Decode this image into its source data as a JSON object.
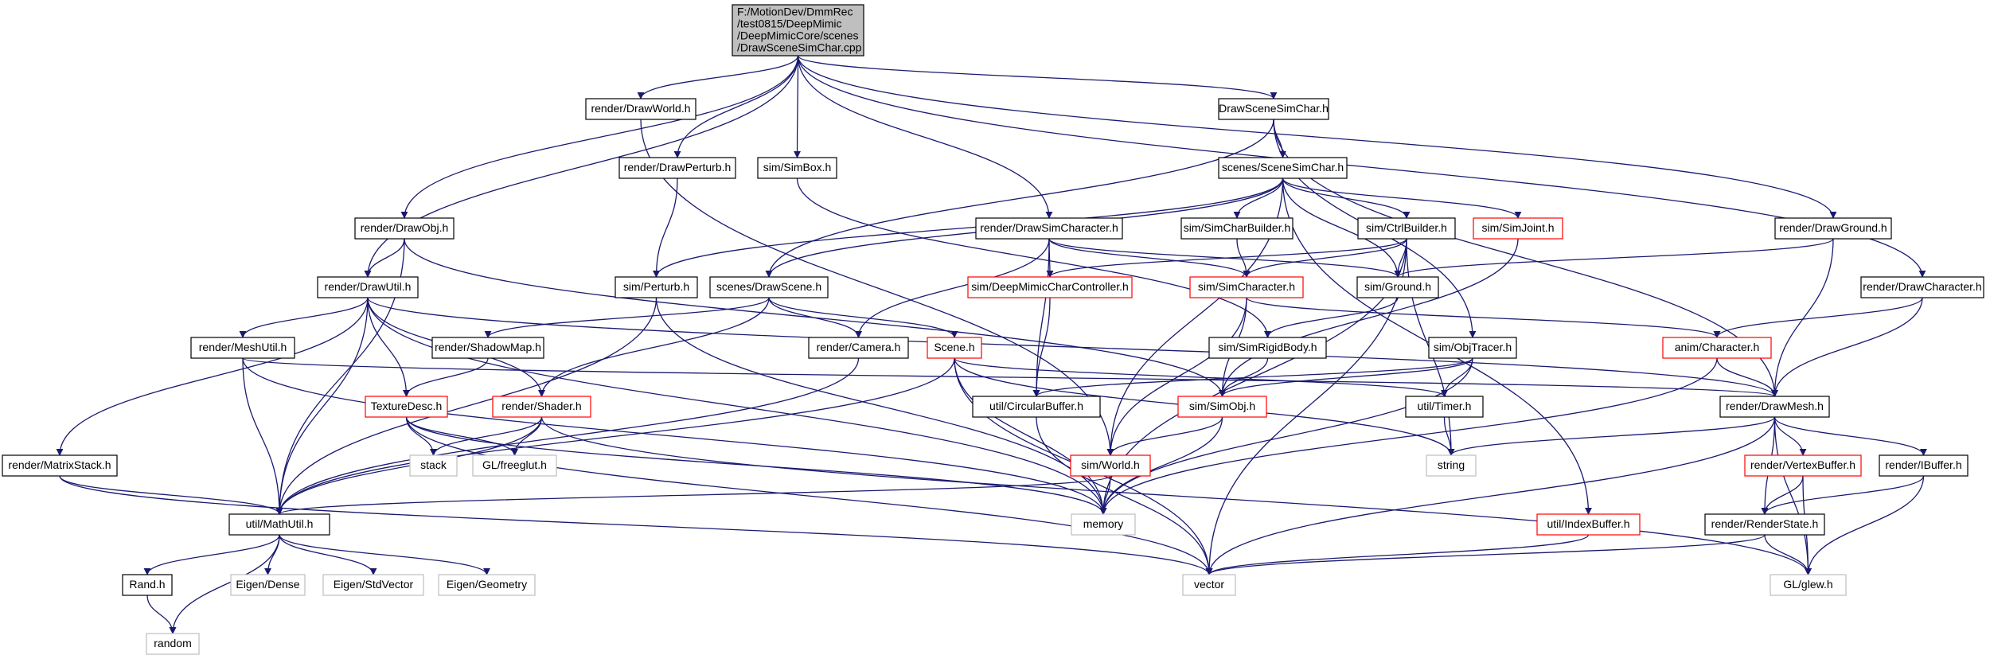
{
  "diagram": {
    "title": "",
    "colors": {
      "edge": "#191970",
      "root_fill": "#bfbfbf",
      "border_normal": "#000000",
      "border_incomplete": "#ff0000",
      "border_external": "#bfbfbf",
      "text": "#000000",
      "text_external": "#000000"
    },
    "nodes": [
      {
        "id": "root",
        "lines": [
          "F:/MotionDev/DmmRec",
          "/test0815/DeepMimic",
          "/DeepMimicCore/scenes",
          "/DrawSceneSimChar.cpp"
        ],
        "kind": "root"
      },
      {
        "id": "render_drawworld",
        "lines": [
          "render/DrawWorld.h"
        ],
        "kind": "normal"
      },
      {
        "id": "drawscenesimchar_h",
        "lines": [
          "DrawSceneSimChar.h"
        ],
        "kind": "normal"
      },
      {
        "id": "render_drawperturb",
        "lines": [
          "render/DrawPerturb.h"
        ],
        "kind": "normal"
      },
      {
        "id": "sim_simbox",
        "lines": [
          "sim/SimBox.h"
        ],
        "kind": "normal"
      },
      {
        "id": "scenes_scenesimchar",
        "lines": [
          "scenes/SceneSimChar.h"
        ],
        "kind": "normal"
      },
      {
        "id": "render_drawobj",
        "lines": [
          "render/DrawObj.h"
        ],
        "kind": "normal"
      },
      {
        "id": "render_drawsimcharacter",
        "lines": [
          "render/DrawSimCharacter.h"
        ],
        "kind": "normal"
      },
      {
        "id": "sim_simcharbuilder",
        "lines": [
          "sim/SimCharBuilder.h"
        ],
        "kind": "normal"
      },
      {
        "id": "sim_ctrlbuilder",
        "lines": [
          "sim/CtrlBuilder.h"
        ],
        "kind": "normal"
      },
      {
        "id": "sim_simjoint",
        "lines": [
          "sim/SimJoint.h"
        ],
        "kind": "incomplete"
      },
      {
        "id": "render_drawground",
        "lines": [
          "render/DrawGround.h"
        ],
        "kind": "normal"
      },
      {
        "id": "render_drawutil",
        "lines": [
          "render/DrawUtil.h"
        ],
        "kind": "normal"
      },
      {
        "id": "sim_perturb",
        "lines": [
          "sim/Perturb.h"
        ],
        "kind": "normal"
      },
      {
        "id": "scenes_drawscene",
        "lines": [
          "scenes/DrawScene.h"
        ],
        "kind": "normal"
      },
      {
        "id": "sim_deepmimiccharcontroller",
        "lines": [
          "sim/DeepMimicCharController.h"
        ],
        "kind": "incomplete"
      },
      {
        "id": "sim_simcharacter",
        "lines": [
          "sim/SimCharacter.h"
        ],
        "kind": "incomplete"
      },
      {
        "id": "sim_ground",
        "lines": [
          "sim/Ground.h"
        ],
        "kind": "normal"
      },
      {
        "id": "render_drawcharacter",
        "lines": [
          "render/DrawCharacter.h"
        ],
        "kind": "normal"
      },
      {
        "id": "render_meshutil",
        "lines": [
          "render/MeshUtil.h"
        ],
        "kind": "normal"
      },
      {
        "id": "render_shadowmap",
        "lines": [
          "render/ShadowMap.h"
        ],
        "kind": "normal"
      },
      {
        "id": "render_camera",
        "lines": [
          "render/Camera.h"
        ],
        "kind": "normal"
      },
      {
        "id": "scene_h",
        "lines": [
          "Scene.h"
        ],
        "kind": "incomplete"
      },
      {
        "id": "sim_simrigidbody",
        "lines": [
          "sim/SimRigidBody.h"
        ],
        "kind": "normal"
      },
      {
        "id": "sim_objtracer",
        "lines": [
          "sim/ObjTracer.h"
        ],
        "kind": "normal"
      },
      {
        "id": "anim_character",
        "lines": [
          "anim/Character.h"
        ],
        "kind": "incomplete"
      },
      {
        "id": "texturedesc",
        "lines": [
          "TextureDesc.h"
        ],
        "kind": "incomplete"
      },
      {
        "id": "render_shader",
        "lines": [
          "render/Shader.h"
        ],
        "kind": "incomplete"
      },
      {
        "id": "util_circularbuffer",
        "lines": [
          "util/CircularBuffer.h"
        ],
        "kind": "normal"
      },
      {
        "id": "sim_simobj",
        "lines": [
          "sim/SimObj.h"
        ],
        "kind": "incomplete"
      },
      {
        "id": "util_timer",
        "lines": [
          "util/Timer.h"
        ],
        "kind": "normal"
      },
      {
        "id": "render_drawmesh",
        "lines": [
          "render/DrawMesh.h"
        ],
        "kind": "normal"
      },
      {
        "id": "render_matrixstack",
        "lines": [
          "render/MatrixStack.h"
        ],
        "kind": "normal"
      },
      {
        "id": "stack",
        "lines": [
          "stack"
        ],
        "kind": "external"
      },
      {
        "id": "gl_freeglut",
        "lines": [
          "GL/freeglut.h"
        ],
        "kind": "external"
      },
      {
        "id": "sim_world",
        "lines": [
          "sim/World.h"
        ],
        "kind": "incomplete"
      },
      {
        "id": "string",
        "lines": [
          "string"
        ],
        "kind": "external"
      },
      {
        "id": "render_vertexbuffer",
        "lines": [
          "render/VertexBuffer.h"
        ],
        "kind": "incomplete"
      },
      {
        "id": "render_ibuffer",
        "lines": [
          "render/IBuffer.h"
        ],
        "kind": "normal"
      },
      {
        "id": "util_mathutil",
        "lines": [
          "util/MathUtil.h"
        ],
        "kind": "normal"
      },
      {
        "id": "memory",
        "lines": [
          "memory"
        ],
        "kind": "external"
      },
      {
        "id": "util_indexbuffer",
        "lines": [
          "util/IndexBuffer.h"
        ],
        "kind": "incomplete"
      },
      {
        "id": "render_renderstate",
        "lines": [
          "render/RenderState.h"
        ],
        "kind": "normal"
      },
      {
        "id": "rand_h",
        "lines": [
          "Rand.h"
        ],
        "kind": "normal"
      },
      {
        "id": "eigen_dense",
        "lines": [
          "Eigen/Dense"
        ],
        "kind": "external"
      },
      {
        "id": "eigen_stdvector",
        "lines": [
          "Eigen/StdVector"
        ],
        "kind": "external"
      },
      {
        "id": "eigen_geometry",
        "lines": [
          "Eigen/Geometry"
        ],
        "kind": "external"
      },
      {
        "id": "vector",
        "lines": [
          "vector"
        ],
        "kind": "external"
      },
      {
        "id": "gl_glew",
        "lines": [
          "GL/glew.h"
        ],
        "kind": "external"
      },
      {
        "id": "random",
        "lines": [
          "random"
        ],
        "kind": "external"
      }
    ],
    "edges": [
      [
        "root",
        "render_drawworld"
      ],
      [
        "root",
        "drawscenesimchar_h"
      ],
      [
        "root",
        "render_drawperturb"
      ],
      [
        "root",
        "sim_simbox"
      ],
      [
        "root",
        "render_drawobj"
      ],
      [
        "root",
        "render_drawsimcharacter"
      ],
      [
        "root",
        "render_drawground"
      ],
      [
        "root",
        "render_drawutil"
      ],
      [
        "root",
        "render_drawcharacter"
      ],
      [
        "drawscenesimchar_h",
        "scenes_scenesimchar"
      ],
      [
        "drawscenesimchar_h",
        "scenes_drawscene"
      ],
      [
        "drawscenesimchar_h",
        "sim_objtracer"
      ],
      [
        "drawscenesimchar_h",
        "render_drawmesh"
      ],
      [
        "render_drawworld",
        "sim_world"
      ],
      [
        "render_drawperturb",
        "sim_perturb"
      ],
      [
        "sim_simbox",
        "sim_simrigidbody"
      ],
      [
        "scenes_scenesimchar",
        "scenes_drawscene"
      ],
      [
        "scenes_scenesimchar",
        "sim_simcharbuilder"
      ],
      [
        "scenes_scenesimchar",
        "sim_ctrlbuilder"
      ],
      [
        "scenes_scenesimchar",
        "sim_simjoint"
      ],
      [
        "scenes_scenesimchar",
        "sim_ground"
      ],
      [
        "scenes_scenesimchar",
        "sim_perturb"
      ],
      [
        "scenes_scenesimchar",
        "sim_world"
      ],
      [
        "scenes_scenesimchar",
        "util_indexbuffer"
      ],
      [
        "render_drawobj",
        "render_drawutil"
      ],
      [
        "render_drawobj",
        "util_mathutil"
      ],
      [
        "render_drawobj",
        "sim_simobj"
      ],
      [
        "render_drawsimcharacter",
        "sim_simcharacter"
      ],
      [
        "render_drawsimcharacter",
        "sim_deepmimiccharcontroller"
      ],
      [
        "render_drawsimcharacter",
        "render_camera"
      ],
      [
        "render_drawsimcharacter",
        "util_circularbuffer"
      ],
      [
        "render_drawsimcharacter",
        "sim_ground"
      ],
      [
        "sim_simcharbuilder",
        "sim_simcharacter"
      ],
      [
        "sim_ctrlbuilder",
        "sim_deepmimiccharcontroller"
      ],
      [
        "sim_ctrlbuilder",
        "sim_simcharacter"
      ],
      [
        "sim_ctrlbuilder",
        "sim_ground"
      ],
      [
        "sim_ctrlbuilder",
        "memory"
      ],
      [
        "sim_ctrlbuilder",
        "string"
      ],
      [
        "sim_ctrlbuilder",
        "vector"
      ],
      [
        "sim_simjoint",
        "sim_simobj"
      ],
      [
        "render_drawground",
        "sim_ground"
      ],
      [
        "render_drawground",
        "render_drawmesh"
      ],
      [
        "render_drawcharacter",
        "anim_character"
      ],
      [
        "render_drawcharacter",
        "render_drawmesh"
      ],
      [
        "render_drawutil",
        "render_meshutil"
      ],
      [
        "render_drawutil",
        "texturedesc"
      ],
      [
        "render_drawutil",
        "render_shader"
      ],
      [
        "render_drawutil",
        "render_matrixstack"
      ],
      [
        "render_drawutil",
        "util_mathutil"
      ],
      [
        "render_drawutil",
        "render_drawmesh"
      ],
      [
        "render_drawutil",
        "memory"
      ],
      [
        "sim_perturb",
        "util_mathutil"
      ],
      [
        "sim_perturb",
        "memory"
      ],
      [
        "scenes_drawscene",
        "render_shadowmap"
      ],
      [
        "scenes_drawscene",
        "render_camera"
      ],
      [
        "scenes_drawscene",
        "scene_h"
      ],
      [
        "scenes_drawscene",
        "render_shader"
      ],
      [
        "sim_deepmimiccharcontroller",
        "util_circularbuffer"
      ],
      [
        "sim_simcharacter",
        "anim_character"
      ],
      [
        "sim_simcharacter",
        "sim_simobj"
      ],
      [
        "sim_simcharacter",
        "sim_world"
      ],
      [
        "sim_ground",
        "sim_simrigidbody"
      ],
      [
        "sim_simrigidbody",
        "sim_simobj"
      ],
      [
        "sim_objtracer",
        "util_circularbuffer"
      ],
      [
        "sim_objtracer",
        "util_timer"
      ],
      [
        "sim_objtracer",
        "sim_simobj"
      ],
      [
        "sim_objtracer",
        "memory"
      ],
      [
        "anim_character",
        "render_drawmesh"
      ],
      [
        "anim_character",
        "memory"
      ],
      [
        "render_meshutil",
        "render_drawmesh"
      ],
      [
        "render_meshutil",
        "util_mathutil"
      ],
      [
        "render_meshutil",
        "memory"
      ],
      [
        "render_shadowmap",
        "texturedesc"
      ],
      [
        "render_camera",
        "util_mathutil"
      ],
      [
        "scene_h",
        "util_mathutil"
      ],
      [
        "scene_h",
        "util_timer"
      ],
      [
        "scene_h",
        "memory"
      ],
      [
        "scene_h",
        "vector"
      ],
      [
        "scene_h",
        "string"
      ],
      [
        "texturedesc",
        "stack"
      ],
      [
        "texturedesc",
        "gl_freeglut"
      ],
      [
        "texturedesc",
        "memory"
      ],
      [
        "texturedesc",
        "vector"
      ],
      [
        "render_shader",
        "stack"
      ],
      [
        "render_shader",
        "gl_freeglut"
      ],
      [
        "render_shader",
        "util_mathutil"
      ],
      [
        "render_shader",
        "gl_glew"
      ],
      [
        "util_circularbuffer",
        "vector"
      ],
      [
        "sim_simobj",
        "sim_world"
      ],
      [
        "sim_simobj",
        "memory"
      ],
      [
        "sim_world",
        "util_mathutil"
      ],
      [
        "sim_world",
        "memory"
      ],
      [
        "util_timer",
        "string"
      ],
      [
        "render_drawmesh",
        "string"
      ],
      [
        "render_drawmesh",
        "render_vertexbuffer"
      ],
      [
        "render_drawmesh",
        "render_ibuffer"
      ],
      [
        "render_drawmesh",
        "render_renderstate"
      ],
      [
        "render_drawmesh",
        "vector"
      ],
      [
        "render_drawmesh",
        "gl_glew"
      ],
      [
        "render_matrixstack",
        "util_mathutil"
      ],
      [
        "render_matrixstack",
        "vector"
      ],
      [
        "render_vertexbuffer",
        "render_renderstate"
      ],
      [
        "render_vertexbuffer",
        "gl_glew"
      ],
      [
        "render_ibuffer",
        "render_renderstate"
      ],
      [
        "render_ibuffer",
        "gl_glew"
      ],
      [
        "util_mathutil",
        "rand_h"
      ],
      [
        "util_mathutil",
        "eigen_dense"
      ],
      [
        "util_mathutil",
        "eigen_stdvector"
      ],
      [
        "util_mathutil",
        "eigen_geometry"
      ],
      [
        "util_mathutil",
        "random"
      ],
      [
        "util_indexbuffer",
        "vector"
      ],
      [
        "render_renderstate",
        "vector"
      ],
      [
        "render_renderstate",
        "gl_glew"
      ],
      [
        "rand_h",
        "random"
      ]
    ]
  }
}
